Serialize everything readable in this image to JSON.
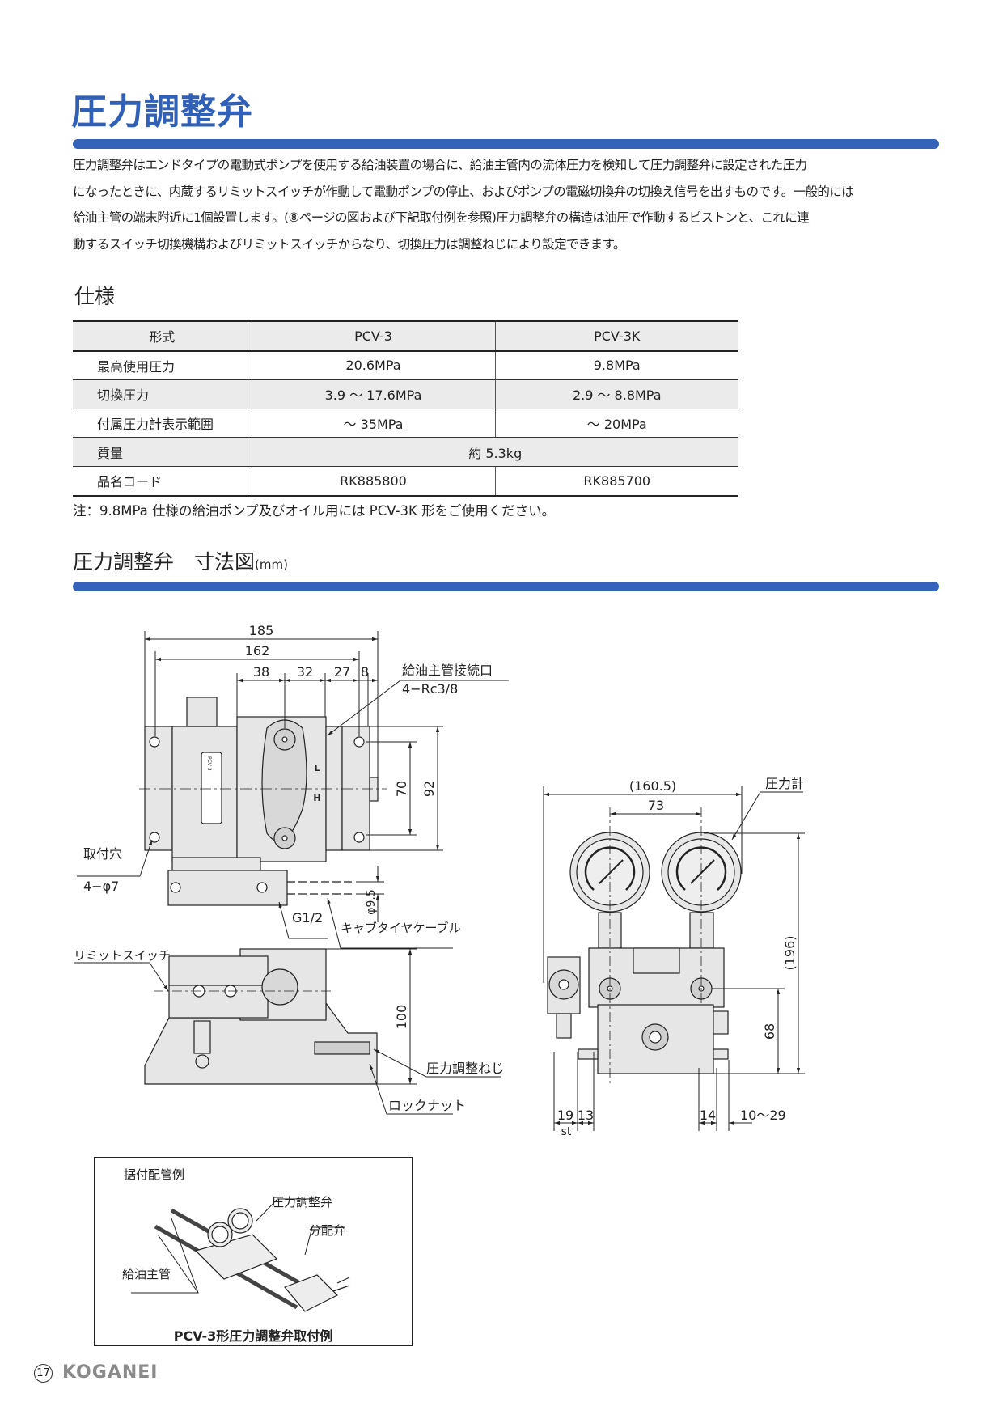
{
  "title": "圧力調整弁",
  "intro_lines": [
    "圧力調整弁はエンドタイプの電動式ポンプを使用する給油装置の場合に、給油主管内の流体圧力を検知して圧力調整弁に設定された圧力",
    "になったときに、内蔵するリミットスイッチが作動して電動ポンプの停止、およびポンプの電磁切換弁の切換え信号を出すものです。一般的には",
    "給油主管の端末附近に1個設置します。(⑧ページの図および下記取付例を参照)圧力調整弁の構造は油圧で作動するピストンと、これに連",
    "動するスイッチ切換機構およびリミットスイッチからなり、切換圧力は調整ねじにより設定できます。"
  ],
  "spec": {
    "heading": "仕様",
    "header": [
      "形式",
      "PCV-3",
      "PCV-3K"
    ],
    "rows": [
      [
        "最高使用圧力",
        "20.6MPa",
        "9.8MPa"
      ],
      [
        "切換圧力",
        "3.9 ～ 17.6MPa",
        "2.9 ～ 8.8MPa"
      ],
      [
        "付属圧力計表示範囲",
        "～ 35MPa",
        "～ 20MPa"
      ],
      [
        "質量",
        "約 5.3kg"
      ],
      [
        "品名コード",
        "RK885800",
        "RK885700"
      ]
    ],
    "note": "注：9.8MPa 仕様の給油ポンプ及びオイル用には PCV-3K 形をご使用ください。"
  },
  "dimensions": {
    "heading": "圧力調整弁　寸法図",
    "unit": "(mm)",
    "top_view": {
      "dims": [
        "185",
        "162",
        "38",
        "32",
        "27",
        "8",
        "70",
        "92",
        "φ9.5"
      ],
      "labels": {
        "port": "給油主管接続口",
        "port_spec": "4−Rc3/8",
        "hole": "取付穴",
        "hole_spec": "4−φ7",
        "g": "G1/2",
        "cable": "キャブタイヤケーブル",
        "plate_text": "PCV-3",
        "dir_l": "L",
        "dir_h": "H"
      }
    },
    "side_view": {
      "dims": [
        "100"
      ],
      "labels": {
        "switch": "リミットスイッチ",
        "screw": "圧力調整ねじ",
        "nut": "ロックナット"
      }
    },
    "front_view": {
      "dims": [
        "(160.5)",
        "73",
        "(196)",
        "68",
        "19",
        "13",
        "st",
        "14",
        "10～29"
      ],
      "labels": {
        "gauge": "圧力計"
      }
    }
  },
  "example": {
    "heading": "据付配管例",
    "valve": "圧力調整弁",
    "distributor": "分配弁",
    "main_pipe": "給油主管",
    "caption": "PCV-3形圧力調整弁取付例"
  },
  "footer": {
    "page": "17",
    "brand": "KOGANEI"
  },
  "colors": {
    "accent": "#3563b9",
    "table_shade": "#ebebeb"
  }
}
